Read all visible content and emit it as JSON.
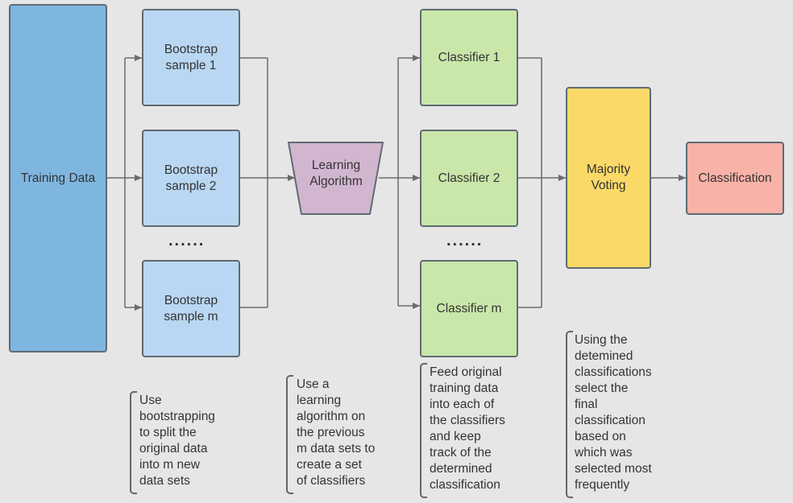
{
  "training_data": "Training Data",
  "bootstrap": [
    "Bootstrap\nsample 1",
    "Bootstrap\nsample 2",
    "Bootstrap\nsample m"
  ],
  "ellipsis": "......",
  "learning_algorithm": "Learning\nAlgorithm",
  "classifiers": [
    "Classifier 1",
    "Classifier 2",
    "Classifier m"
  ],
  "majority_voting": "Majority\nVoting",
  "classification": "Classification",
  "notes": [
    "Use\nbootstrapping\nto split the\noriginal data\ninto m new\ndata sets",
    "Use a\nlearning\nalgorithm on\nthe previous\nm data sets to\ncreate a set\nof classifiers",
    "Feed original\ntraining data\ninto each of\nthe classifiers\nand keep\ntrack of the\ndetermined\nclassification",
    "Using the\ndetemined\nclassifications\nselect the\nfinal\nclassification\nbased on\nwhich was\nselected most\nfrequently"
  ],
  "colors": {
    "training": "#7fb6e0",
    "bootstrap": "#b9d7f2",
    "learning": "#d2b6d0",
    "classifier": "#c9e7a9",
    "voting": "#fbd969",
    "classification": "#f9b2a8",
    "connector": "#6b6b6b"
  }
}
